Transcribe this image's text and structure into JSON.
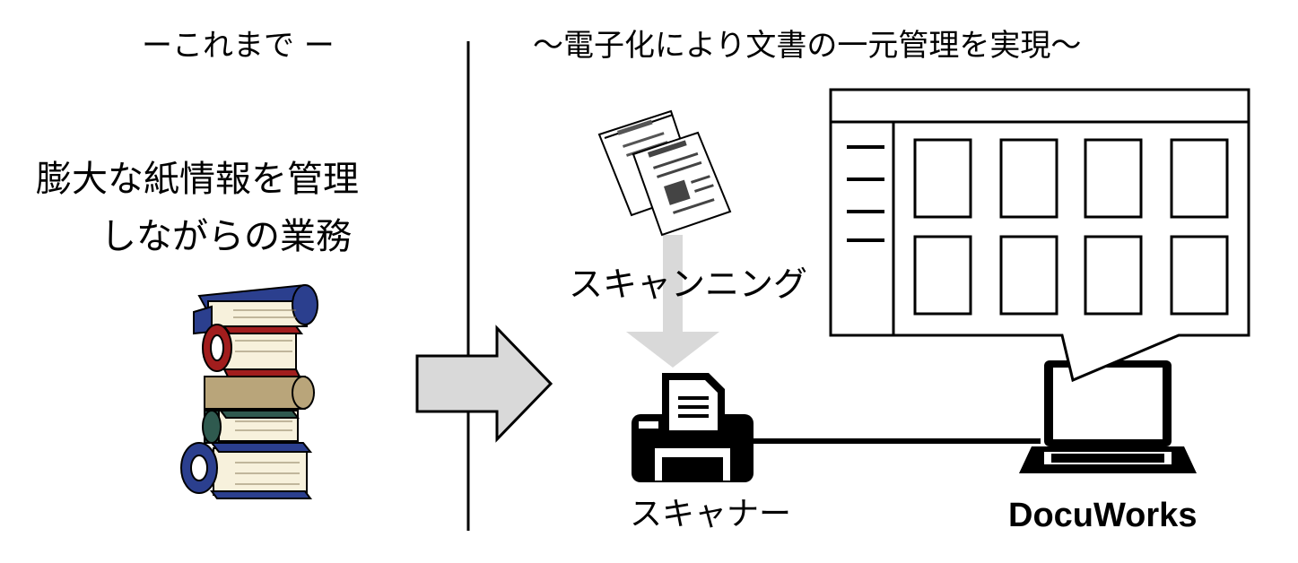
{
  "left_panel": {
    "title": "ーこれまで ー",
    "description_line1": "膨大な紙情報を管理",
    "description_line2": "しながらの業務",
    "icon": "binder-stack-icon"
  },
  "right_panel": {
    "title": "～電子化により文書の一元管理を実現～",
    "scanning_label": "スキャンニング",
    "scanner_label": "スキャナー",
    "app_label": "DocuWorks",
    "icons": [
      "paper-documents-icon",
      "scanner-icon",
      "laptop-icon",
      "document-window-icon"
    ]
  },
  "colors": {
    "arrow_fill": "#d9d9d9",
    "line": "#000000"
  }
}
